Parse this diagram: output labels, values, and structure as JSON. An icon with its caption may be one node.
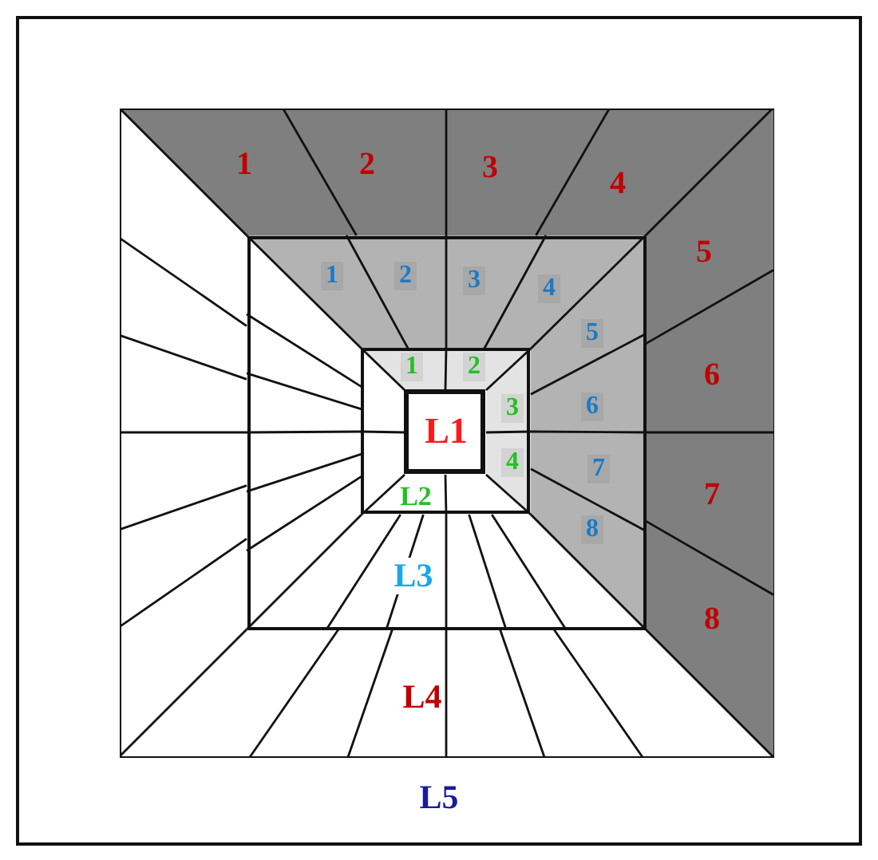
{
  "diagram": {
    "nodes": [
      {
        "text": [
          "L5"
        ]
      },
      {
        "text": [
          "L4"
        ],
        "in": 0
      },
      {
        "text": [
          "L3"
        ],
        "in": 1
      },
      {
        "text": [
          "L2"
        ],
        "in": 2
      },
      {
        "text": [
          "L1"
        ],
        "in": 3
      }
    ],
    "labels": [
      "1",
      "2",
      "3",
      "4",
      "5",
      "6",
      "7",
      "8",
      "1",
      "2",
      "3",
      "4",
      "5",
      "6",
      "7",
      "8",
      "1",
      "2",
      "3",
      "4"
    ]
  }
}
